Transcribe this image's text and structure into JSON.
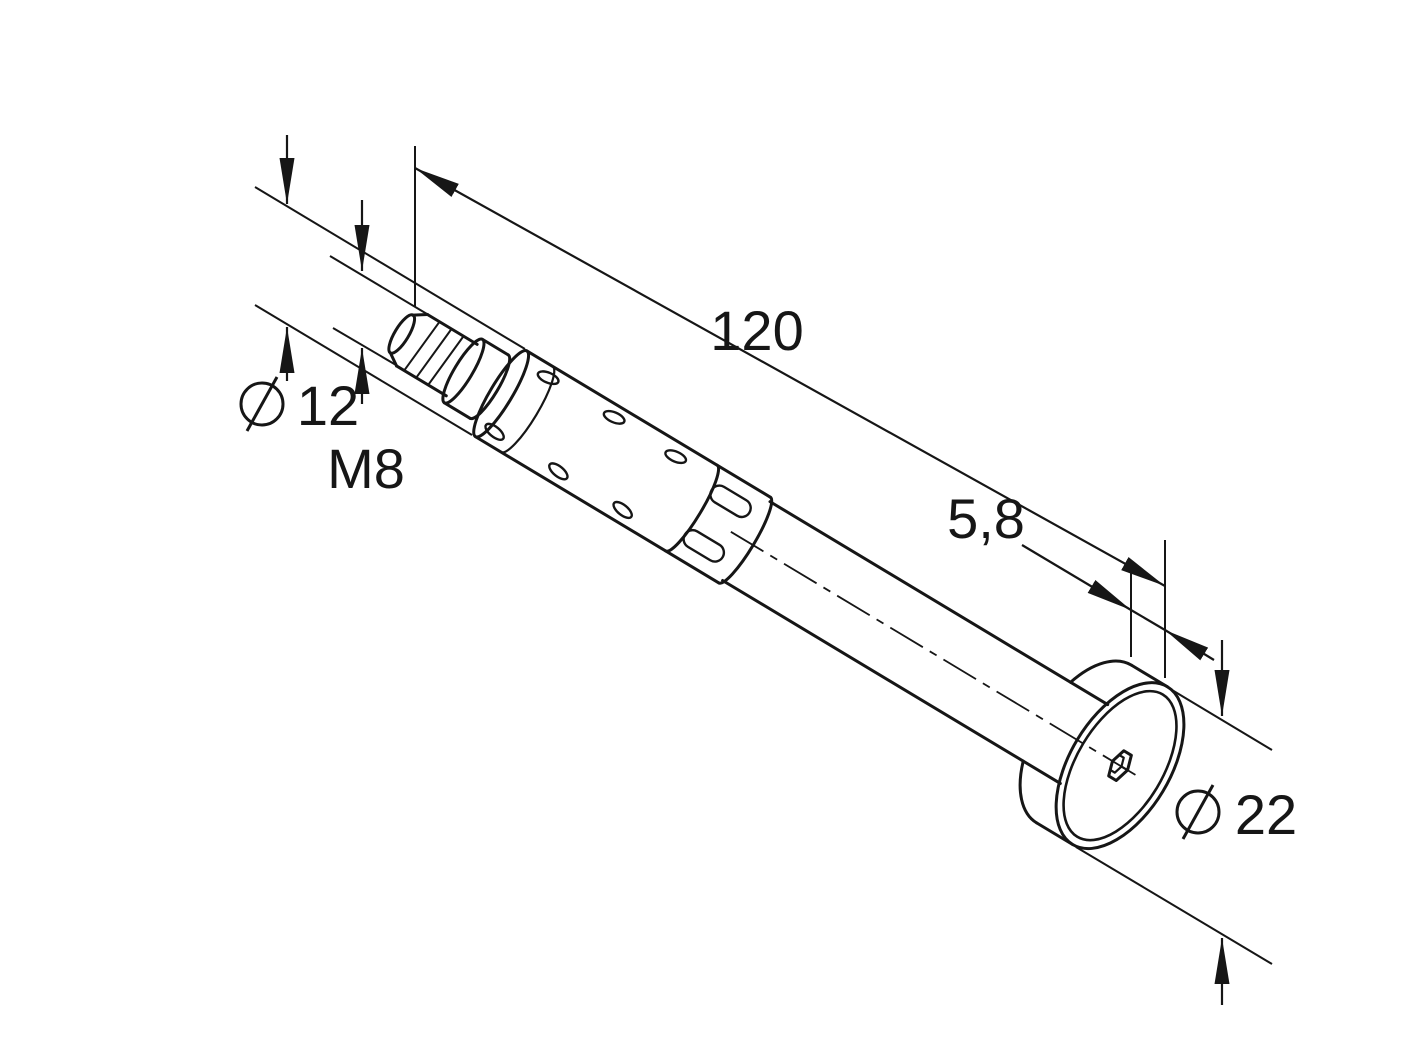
{
  "drawing": {
    "background": "#ffffff",
    "line_color": "#161616",
    "dimensions": {
      "overall_length": {
        "value": "120"
      },
      "body_diameter": {
        "symbol": "⌀",
        "value": "12"
      },
      "thread": {
        "value": "M8"
      },
      "head_height": {
        "value": "5,8"
      },
      "head_diameter": {
        "symbol": "⌀",
        "value": "22"
      }
    }
  }
}
